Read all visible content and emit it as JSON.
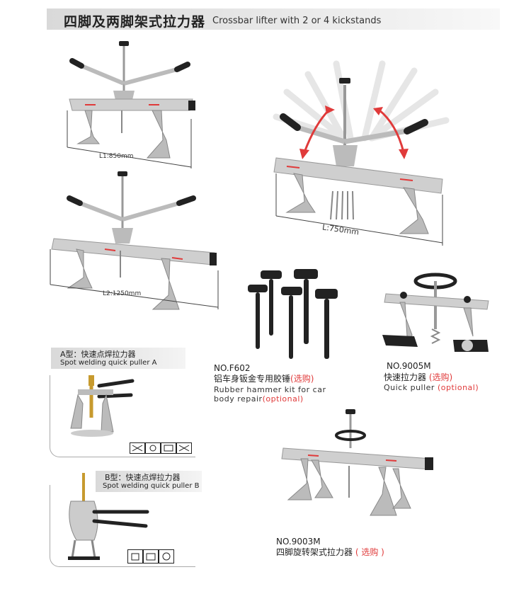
{
  "header": {
    "title_cn": "四脚及两脚架式拉力器",
    "title_en": "Crossbar lifter with 2 or 4 kickstands"
  },
  "dimensions": {
    "l1": "L1:850mm",
    "l2": "L2:1250mm",
    "l": "L:750mm"
  },
  "products": {
    "f602": {
      "no": "NO.F602",
      "cn": "铝车身钣金专用胶锤",
      "opt_cn": "(选购)",
      "en_line1": "Rubber hammer kit for car",
      "en_line2": "body repair",
      "opt_en": "(optional)"
    },
    "q9005": {
      "no": "NO.9005M",
      "cn": "快速拉力器",
      "opt_cn": "(选购)",
      "en": "Quick puller",
      "opt_en": "(optional)"
    },
    "q9003": {
      "no": "NO.9003M",
      "cn": "四脚旋转架式拉力器",
      "opt_cn": "( 选购 )"
    }
  },
  "panels": {
    "a": {
      "cn": "A型：快速点焊拉力器",
      "en": "Spot welding quick puller A"
    },
    "b": {
      "cn": "B型：快速点焊拉力器",
      "en": "Spot welding quick puller B"
    }
  },
  "colors": {
    "accent": "#e03a3a",
    "bar": "#c8c8c8",
    "handle": "#222222"
  }
}
